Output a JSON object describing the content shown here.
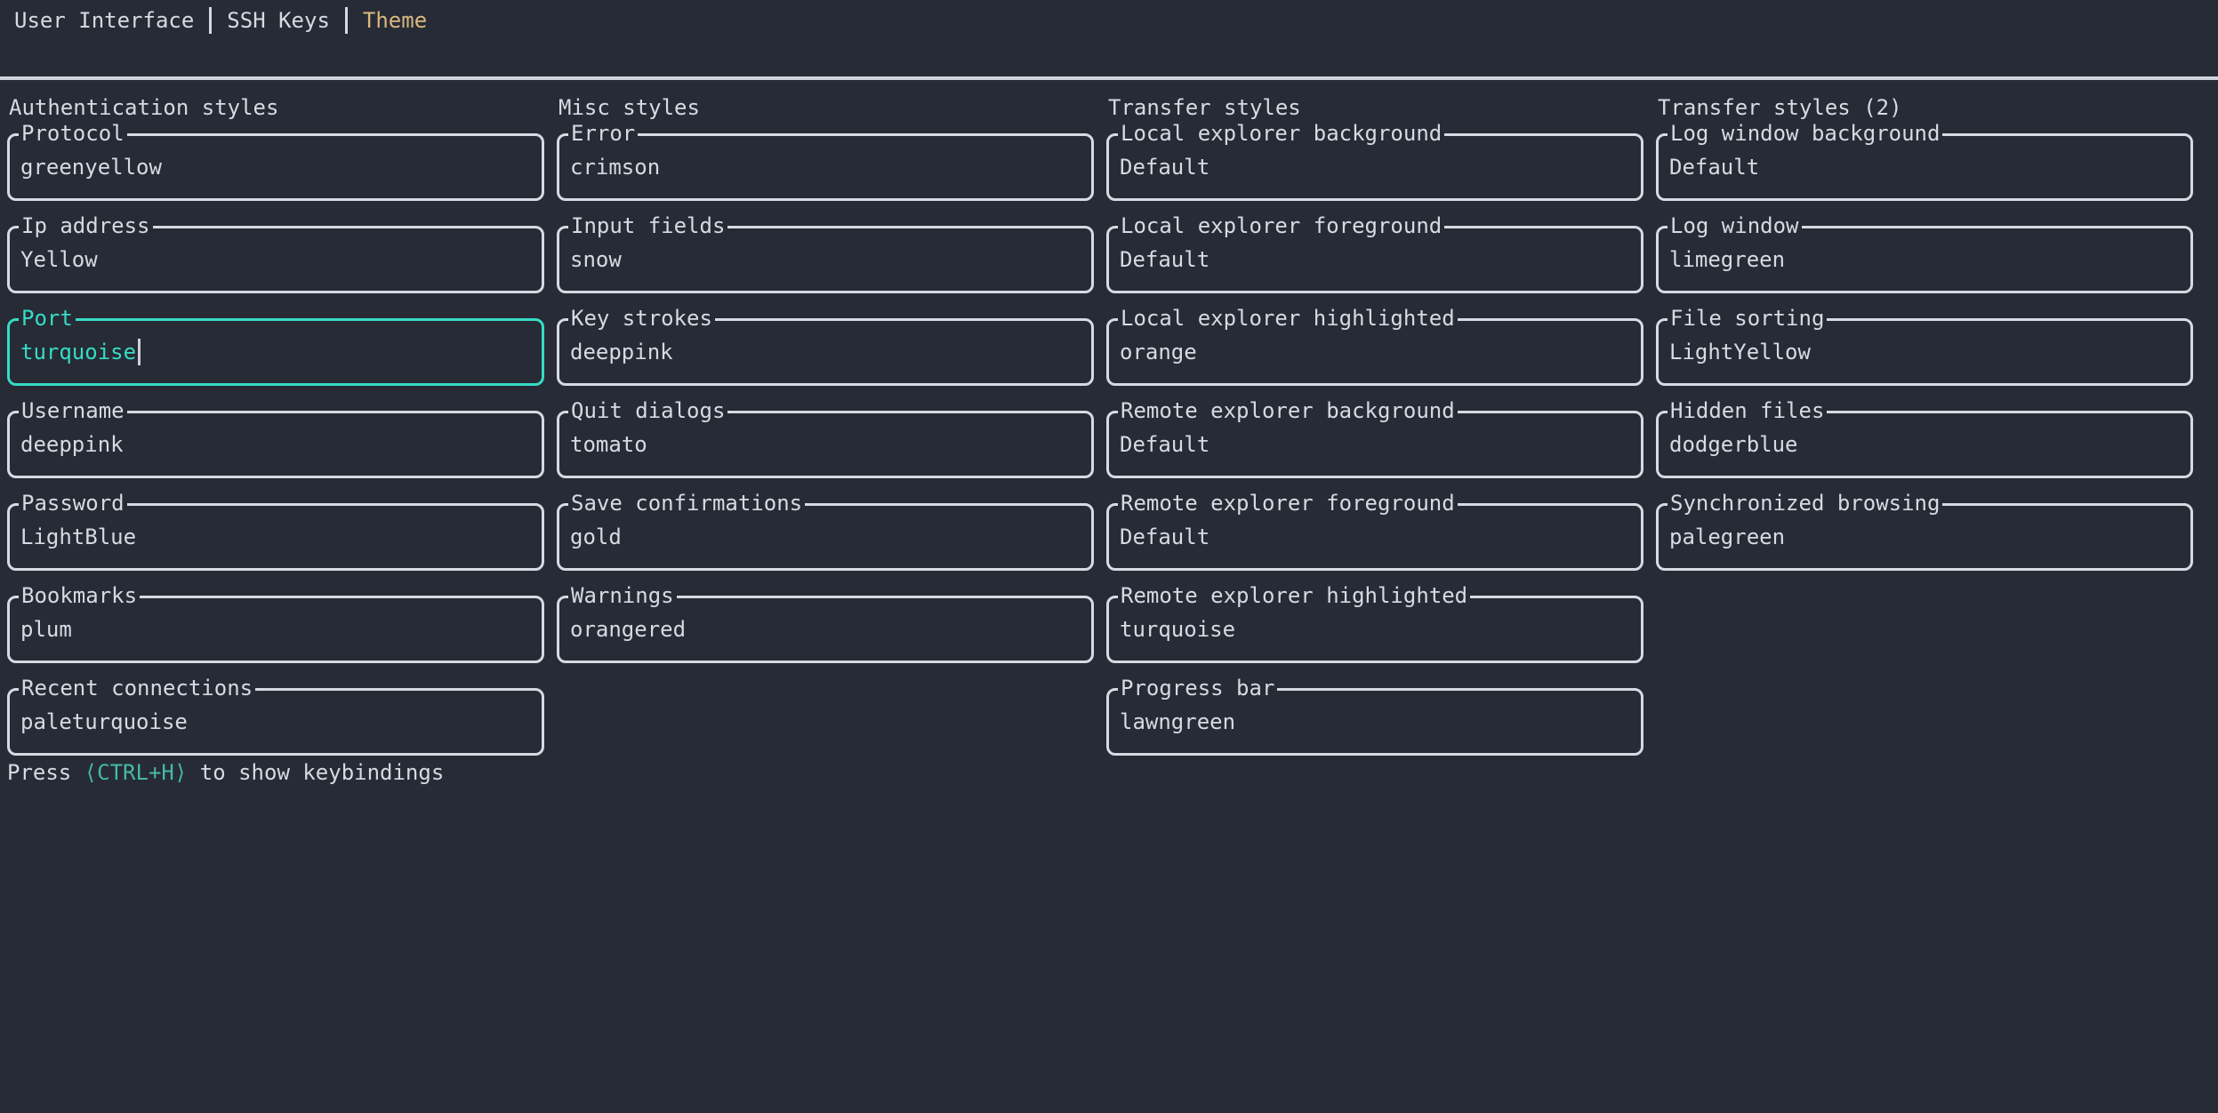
{
  "colors": {
    "background": "#272b35",
    "foreground": "#d6dae2",
    "tab_active": "#d9b880",
    "focus_accent": "#35dcc6",
    "help_key_accent": "#46b9a8",
    "cursor": "#ccd1d9"
  },
  "tabs": [
    {
      "label": "User Interface",
      "active": false
    },
    {
      "label": "SSH Keys",
      "active": false
    },
    {
      "label": "Theme",
      "active": true
    }
  ],
  "columns": [
    {
      "title": "Authentication styles",
      "fields": [
        {
          "label": "Protocol",
          "value": "greenyellow",
          "focused": false
        },
        {
          "label": "Ip address",
          "value": "Yellow",
          "focused": false
        },
        {
          "label": "Port",
          "value": "turquoise",
          "focused": true
        },
        {
          "label": "Username",
          "value": "deeppink",
          "focused": false
        },
        {
          "label": "Password",
          "value": "LightBlue",
          "focused": false
        },
        {
          "label": "Bookmarks",
          "value": "plum",
          "focused": false
        },
        {
          "label": "Recent connections",
          "value": "paleturquoise",
          "focused": false
        }
      ]
    },
    {
      "title": "Misc styles",
      "fields": [
        {
          "label": "Error",
          "value": "crimson",
          "focused": false
        },
        {
          "label": "Input fields",
          "value": "snow",
          "focused": false
        },
        {
          "label": "Key strokes",
          "value": "deeppink",
          "focused": false
        },
        {
          "label": "Quit dialogs",
          "value": "tomato",
          "focused": false
        },
        {
          "label": "Save confirmations",
          "value": "gold",
          "focused": false
        },
        {
          "label": "Warnings",
          "value": "orangered",
          "focused": false
        }
      ]
    },
    {
      "title": "Transfer styles",
      "fields": [
        {
          "label": "Local explorer background",
          "value": "Default",
          "focused": false
        },
        {
          "label": "Local explorer foreground",
          "value": "Default",
          "focused": false
        },
        {
          "label": "Local explorer highlighted",
          "value": "orange",
          "focused": false
        },
        {
          "label": "Remote explorer background",
          "value": "Default",
          "focused": false
        },
        {
          "label": "Remote explorer foreground",
          "value": "Default",
          "focused": false
        },
        {
          "label": "Remote explorer highlighted",
          "value": "turquoise",
          "focused": false
        },
        {
          "label": "Progress bar",
          "value": "lawngreen",
          "focused": false
        }
      ]
    },
    {
      "title": "Transfer styles (2)",
      "fields": [
        {
          "label": "Log window background",
          "value": "Default",
          "focused": false
        },
        {
          "label": "Log window",
          "value": "limegreen",
          "focused": false
        },
        {
          "label": "File sorting",
          "value": "LightYellow",
          "focused": false
        },
        {
          "label": "Hidden files",
          "value": "dodgerblue",
          "focused": false
        },
        {
          "label": "Synchronized browsing",
          "value": "palegreen",
          "focused": false
        }
      ]
    }
  ],
  "help": {
    "prefix": "Press ",
    "key": "⟨CTRL+H⟩",
    "suffix": " to show keybindings"
  }
}
